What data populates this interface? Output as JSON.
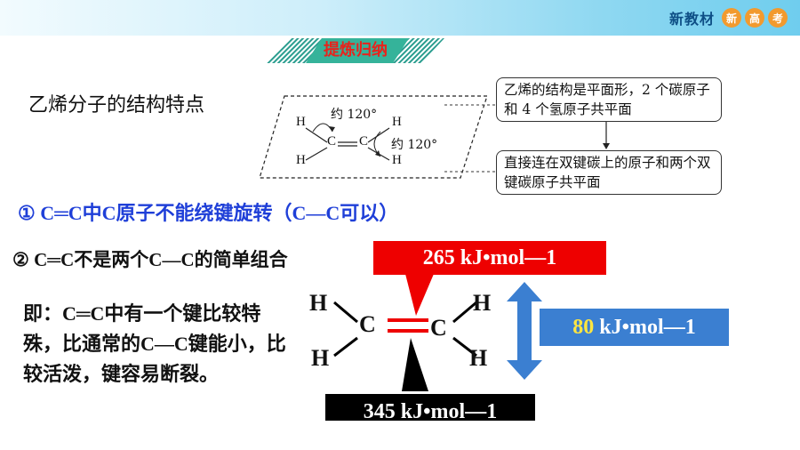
{
  "header": {
    "brand": "新教材",
    "badges": [
      "新",
      "高",
      "考"
    ]
  },
  "banner": {
    "title": "提炼归纳"
  },
  "section": {
    "title": "乙烯分子的结构特点"
  },
  "diagram": {
    "angle_top": "约 120°",
    "angle_right": "约 120°",
    "atoms": [
      "H",
      "H",
      "C",
      "C",
      "H",
      "H"
    ]
  },
  "notes": {
    "planar": "乙烯的结构是平面形，2 个碳原子和 4 个氢原子共平面",
    "bonded": "直接连在双键碳上的原子和两个双键碳原子共平面"
  },
  "rules": {
    "rule1": "① C═C中C原子不能绕键旋转（C—C可以）",
    "rule2": "② C═C不是两个C—C的简单组合"
  },
  "explanation": "即：C═C中有一个键比较特殊，比通常的C—C键能小，比较活泼，键容易断裂。",
  "energies": {
    "double_bond": "265 kJ•mol—1",
    "total": "345 kJ•mol—1",
    "difference_value": "80",
    "difference_unit": "kJ•mol—1"
  },
  "colors": {
    "red_label": "#ee0000",
    "blue_label": "#3b7fd1",
    "rule_blue": "#1f3fd8",
    "arrow": "#3b7fd1"
  }
}
